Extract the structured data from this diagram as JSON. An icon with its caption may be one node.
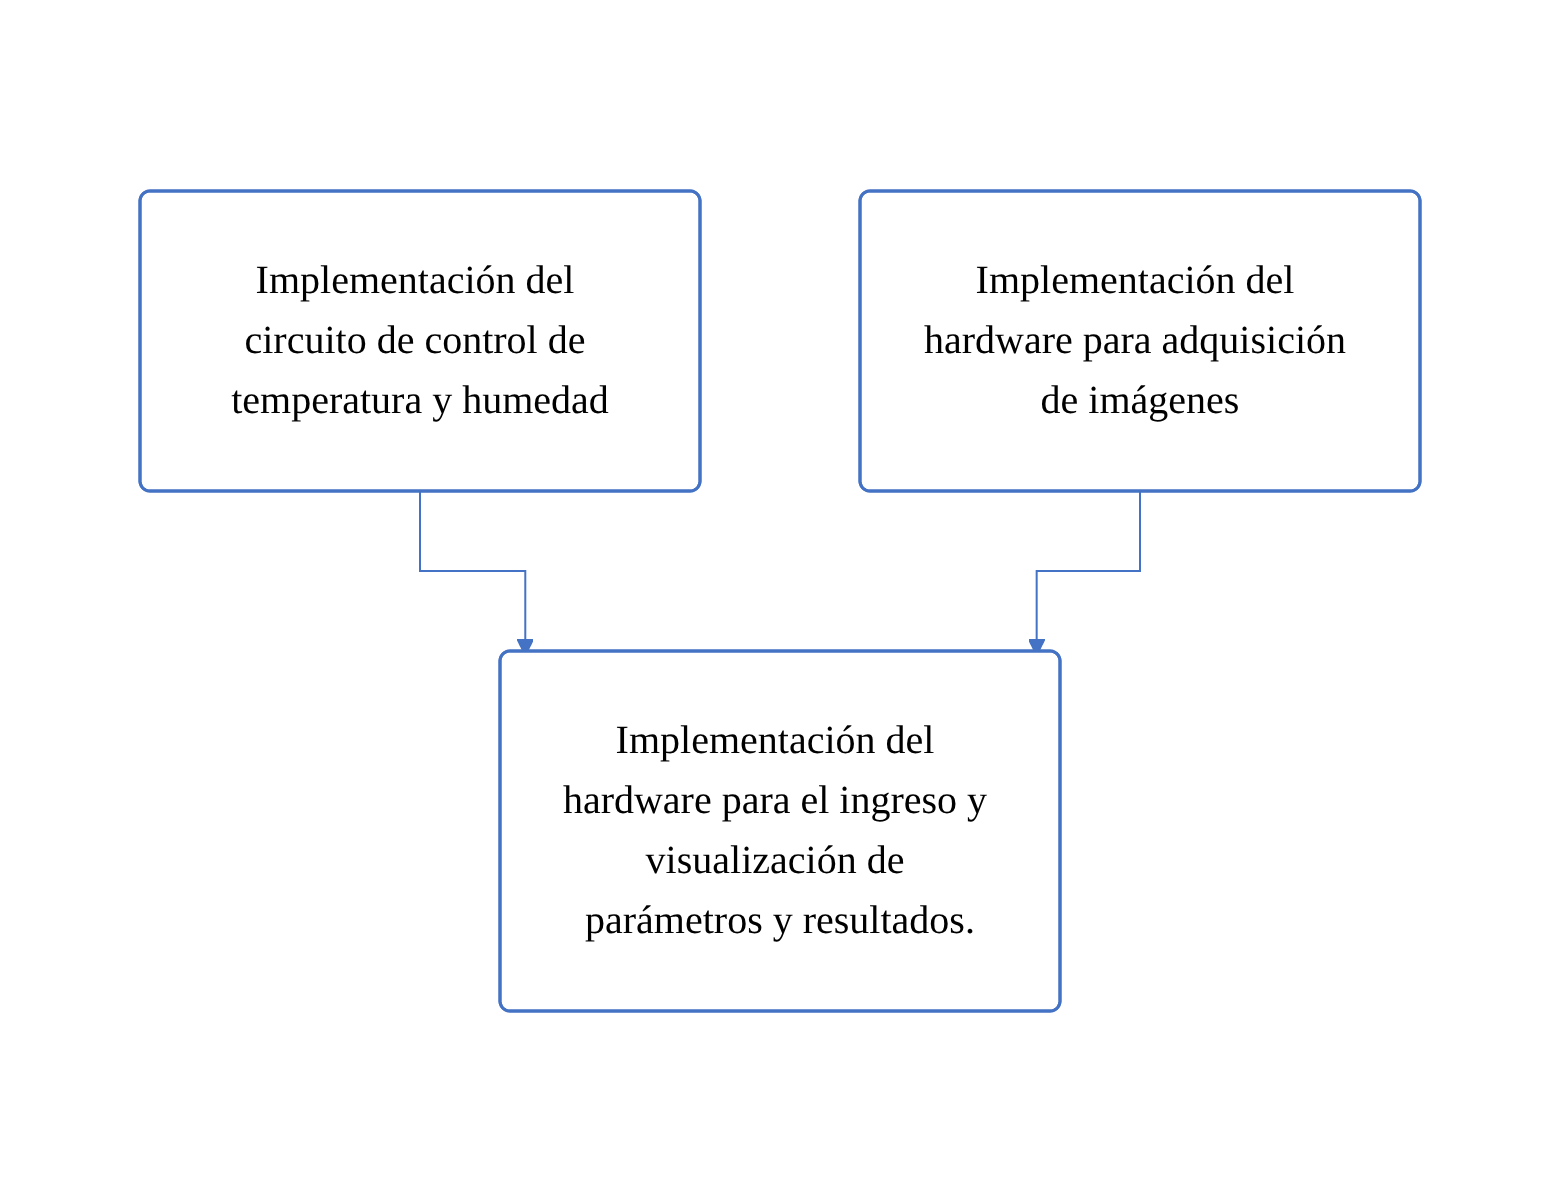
{
  "diagram": {
    "nodes": [
      {
        "text": [
          "Implementación del circuito de control de temperatura y humedad"
        ]
      },
      {
        "text": [
          "Implementación del hardware para adquisición de imágenes"
        ]
      },
      {
        "text": [
          "Implementación del hardware para el ingreso y visualización de parámetros y resultados."
        ]
      }
    ],
    "edges": [
      {
        "from": 0,
        "to": 2,
        "arrow": "to"
      },
      {
        "from": 1,
        "to": 2,
        "arrow": "to"
      }
    ]
  }
}
